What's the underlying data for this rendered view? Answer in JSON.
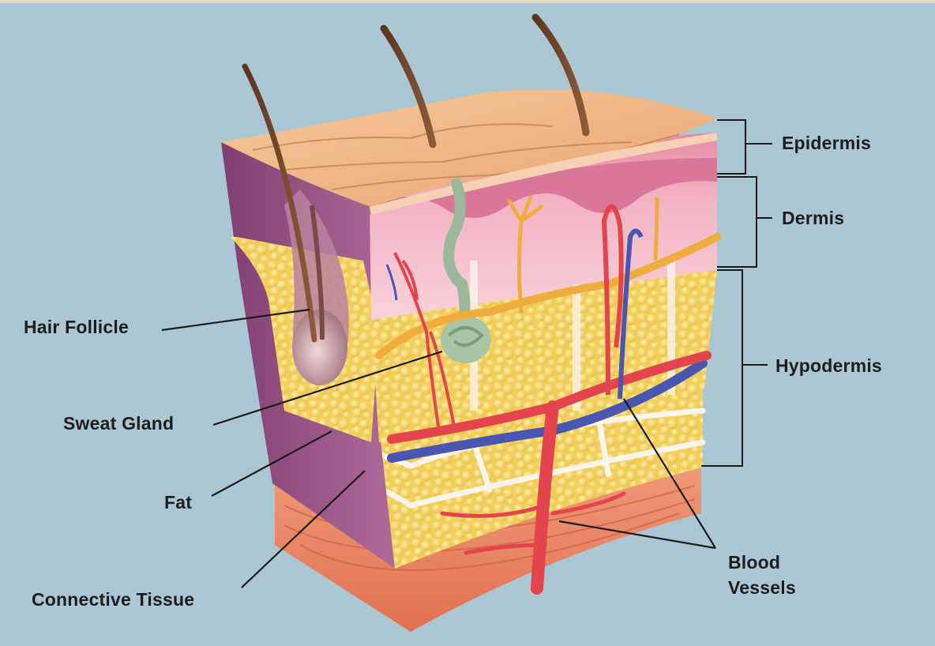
{
  "diagram": {
    "layers": {
      "epidermis": "Epidermis",
      "dermis": "Dermis",
      "hypodermis": "Hypodermis"
    },
    "structures": {
      "hair_follicle": "Hair Follicle",
      "sweat_gland": "Sweat Gland",
      "fat": "Fat",
      "connective_tissue": "Connective Tissue",
      "blood_vessels_line1": "Blood",
      "blood_vessels_line2": "Vessels"
    },
    "colors": {
      "background": "#aac7d3",
      "skin_surface": "#f1b784",
      "dermis": "#f3b7c4",
      "fat": "#f3d25c",
      "muscle": "#ec8a6a",
      "artery": "#e3444e",
      "vein": "#4957b3",
      "nerve": "#f0ad3e",
      "follicle": "#8c4a78",
      "leader_line": "#1a1a1a"
    }
  }
}
